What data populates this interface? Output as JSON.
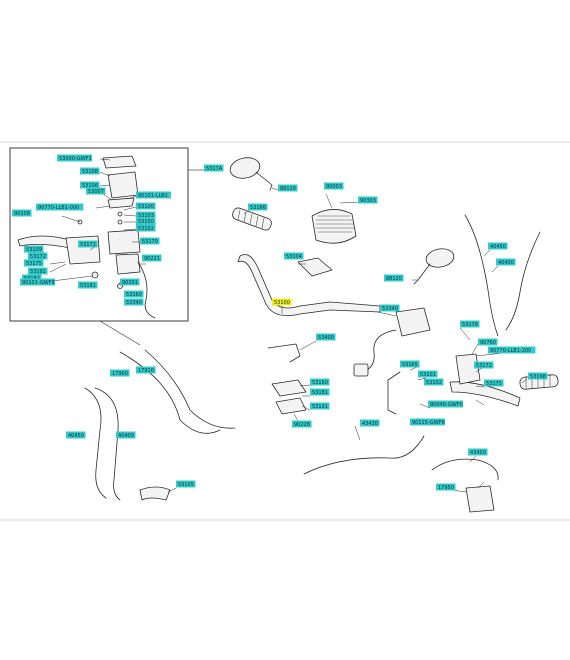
{
  "colors": {
    "label_fill": "#35c9c9",
    "label_highlight": "#f2e81a",
    "line": "#2a2a2a",
    "part_fill": "#f4f4f4",
    "border": "#d8d8d8"
  },
  "labels": [
    {
      "id": "inset-1",
      "text": "53000-GWF1"
    },
    {
      "id": "inset-2",
      "text": "53108"
    },
    {
      "id": "inset-3",
      "text": "53106"
    },
    {
      "id": "inset-4",
      "text": "53007"
    },
    {
      "id": "inset-5",
      "text": "90101-LLB1"
    },
    {
      "id": "inset-6",
      "text": "90770-LLB1-000"
    },
    {
      "id": "inset-7",
      "text": "53100"
    },
    {
      "id": "inset-8",
      "text": "53103"
    },
    {
      "id": "inset-9",
      "text": "53150"
    },
    {
      "id": "inset-10",
      "text": "53102"
    },
    {
      "id": "inset-11",
      "text": "90108"
    },
    {
      "id": "inset-12",
      "text": "53172"
    },
    {
      "id": "inset-13",
      "text": "53170"
    },
    {
      "id": "inset-14",
      "text": "53109"
    },
    {
      "id": "inset-15",
      "text": "53172"
    },
    {
      "id": "inset-16",
      "text": "53175"
    },
    {
      "id": "inset-17",
      "text": "53191"
    },
    {
      "id": "inset-18",
      "text": "53182"
    },
    {
      "id": "inset-19",
      "text": "53181"
    },
    {
      "id": "inset-20",
      "text": "90101-GWF8"
    },
    {
      "id": "inset-21",
      "text": "90201"
    },
    {
      "id": "inset-22",
      "text": "90221"
    },
    {
      "id": "inset-23",
      "text": "53160"
    },
    {
      "id": "inset-24",
      "text": "53340"
    },
    {
      "id": "m-1",
      "text": "5317A"
    },
    {
      "id": "m-2",
      "text": "88110"
    },
    {
      "id": "m-3",
      "text": "53166"
    },
    {
      "id": "m-4",
      "text": "90003"
    },
    {
      "id": "m-5",
      "text": "90303"
    },
    {
      "id": "m-6",
      "text": "53104"
    },
    {
      "id": "m-7",
      "text": "53100",
      "highlight": true
    },
    {
      "id": "m-8",
      "text": "88120"
    },
    {
      "id": "m-9",
      "text": "40450"
    },
    {
      "id": "m-10",
      "text": "40400"
    },
    {
      "id": "m-11",
      "text": "53340"
    },
    {
      "id": "m-12",
      "text": "53400"
    },
    {
      "id": "m-13",
      "text": "53178"
    },
    {
      "id": "m-14",
      "text": "90760"
    },
    {
      "id": "m-15",
      "text": "90770-LLB1-200"
    },
    {
      "id": "m-16",
      "text": "53165"
    },
    {
      "id": "m-17",
      "text": "53172"
    },
    {
      "id": "m-18",
      "text": "53175"
    },
    {
      "id": "m-19",
      "text": "53101"
    },
    {
      "id": "m-20",
      "text": "53102"
    },
    {
      "id": "m-21",
      "text": "53150"
    },
    {
      "id": "m-22",
      "text": "53181"
    },
    {
      "id": "m-23",
      "text": "53191"
    },
    {
      "id": "m-24",
      "text": "90228"
    },
    {
      "id": "m-25",
      "text": "90115-GWF8"
    },
    {
      "id": "m-26",
      "text": "90048-GWF0"
    },
    {
      "id": "m-27",
      "text": "53198"
    },
    {
      "id": "m-28",
      "text": "43430"
    },
    {
      "id": "m-29",
      "text": "43450"
    },
    {
      "id": "m-30",
      "text": "17910"
    },
    {
      "id": "m-31",
      "text": "17900"
    },
    {
      "id": "m-32",
      "text": "17950"
    },
    {
      "id": "m-33",
      "text": "40450"
    },
    {
      "id": "m-34",
      "text": "40400"
    },
    {
      "id": "m-35",
      "text": "53105"
    }
  ]
}
